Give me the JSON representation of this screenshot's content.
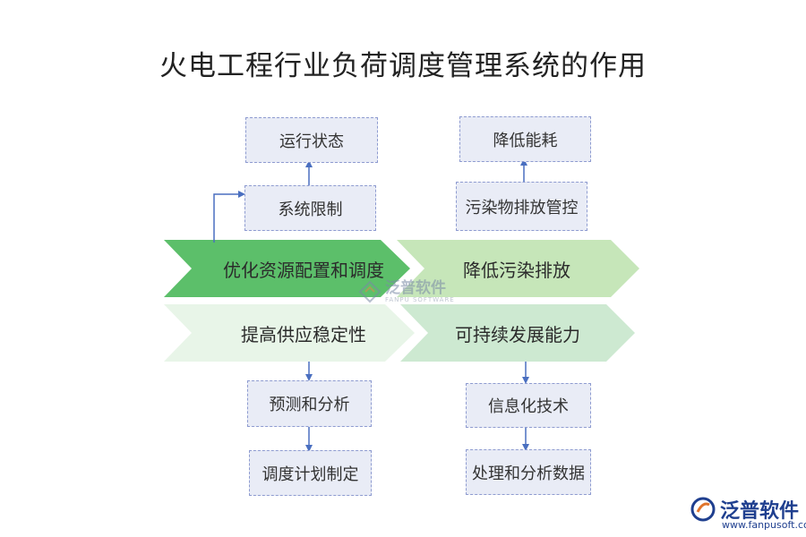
{
  "title": "火电工程行业负荷调度管理系统的作用",
  "center": {
    "optimize": "优化资源配置和调度",
    "reduce_pollution": "降低污染排放",
    "stability": "提高供应稳定性",
    "sustainable": "可持续发展能力"
  },
  "boxes": {
    "run_status": "运行状态",
    "system_limit": "系统限制",
    "reduce_energy": "降低能耗",
    "pollutant_control": "污染物排放管控",
    "forecast_analysis": "预测和分析",
    "schedule_plan": "调度计划制定",
    "info_tech": "信息化技术",
    "process_data": "处理和分析数据"
  },
  "watermark": {
    "brand": "泛普软件",
    "sub": "FANPU SOFTWARE",
    "url": "www.fanpusoft.com"
  },
  "colors": {
    "chevron_dark_green": "#5cbf6a",
    "chevron_light_green": "#c6e6b9",
    "chevron_pale_green": "#e8f5e8",
    "chevron_mint": "#cde9d1",
    "box_fill": "#e9ecf6",
    "box_border": "#8e9bd0",
    "arrow": "#4a6fc0",
    "brand_blue": "#1f3f8f"
  }
}
